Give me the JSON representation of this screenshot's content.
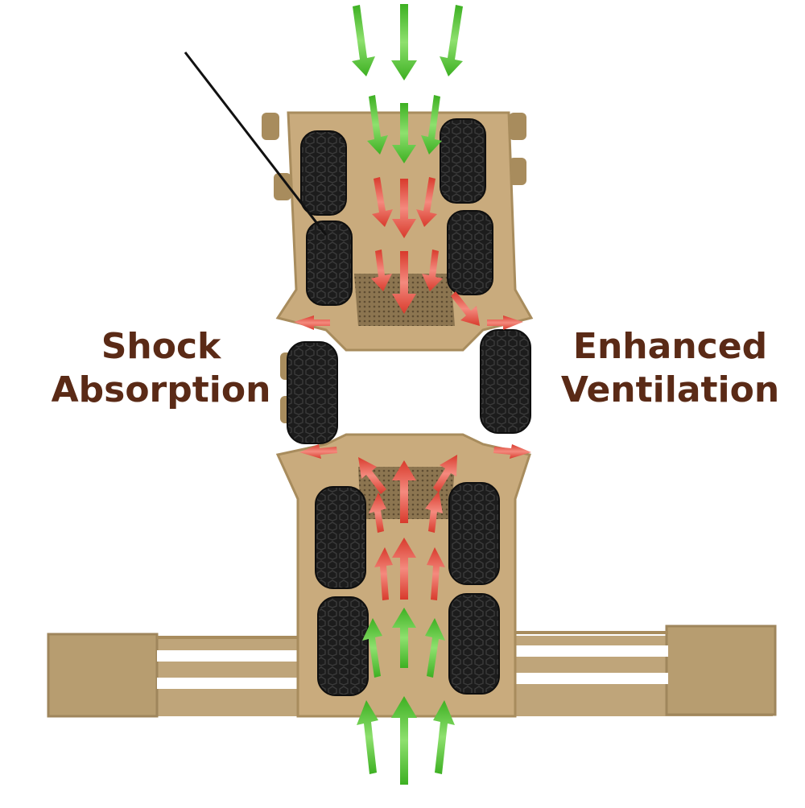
{
  "labels": {
    "left": {
      "line1": "Shock",
      "line2": "Absorption"
    },
    "right": {
      "line1": "Enhanced",
      "line2": "Ventilation"
    }
  },
  "colors": {
    "label_text": "#5a2a16",
    "fabric": "#c9ab7d",
    "fabric_dark": "#a88c5d",
    "pad": "#1c1c1c",
    "mesh": "#8c7550",
    "arrow_in": "#4cc233",
    "arrow_out": "#e8493a"
  }
}
